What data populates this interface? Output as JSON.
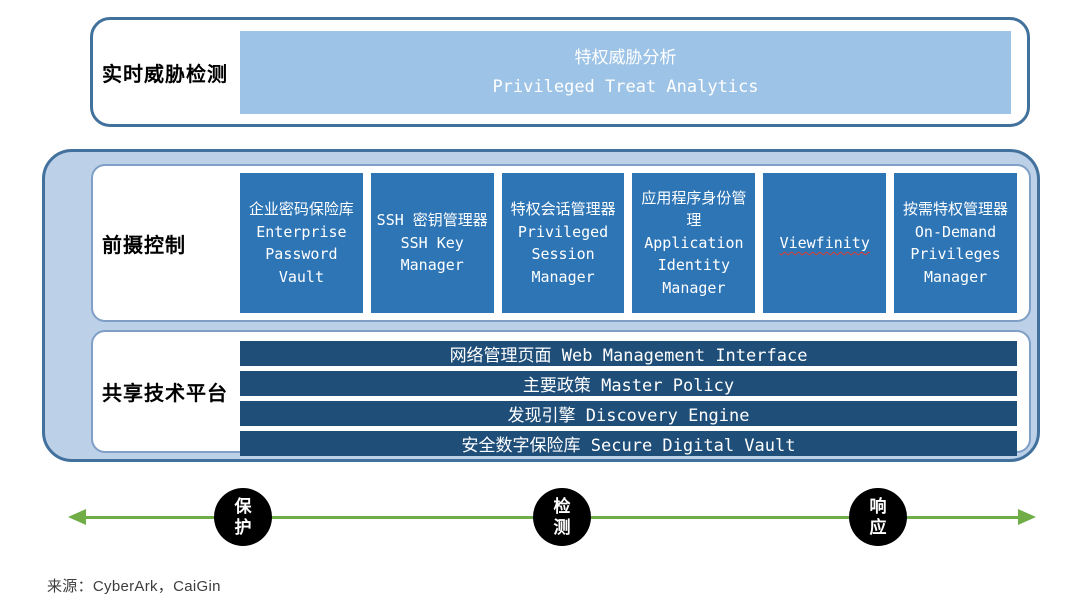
{
  "top_section": {
    "label": "实时威胁检测",
    "analytics_box": {
      "zh": "特权威胁分析",
      "en": "Privileged Treat Analytics"
    }
  },
  "proactive_section": {
    "label": "前摄控制",
    "products": [
      {
        "zh": "企业密码保险库",
        "en": "Enterprise Password Vault"
      },
      {
        "zh": "SSH 密钥管理器",
        "en": "SSH Key Manager"
      },
      {
        "zh": "特权会话管理器",
        "en": "Privileged Session Manager"
      },
      {
        "zh": "应用程序身份管理",
        "en": "Application Identity Manager"
      },
      {
        "zh": "",
        "en": "Viewfinity"
      },
      {
        "zh": "按需特权管理器",
        "en": "On-Demand Privileges Manager"
      }
    ]
  },
  "platform_section": {
    "label": "共享技术平台",
    "bars": [
      "网络管理页面 Web Management Interface",
      "主要政策 Master Policy",
      "发现引擎 Discovery Engine",
      "安全数字保险库 Secure Digital Vault"
    ]
  },
  "lifecycle_axis": {
    "nodes": [
      "保护",
      "检测",
      "响应"
    ]
  },
  "source_note": "来源：CyberArk，CaiGin",
  "colors": {
    "container_fill": "#BCD0E8",
    "container_border": "#41719C",
    "analytics_box_fill": "#9DC3E6",
    "product_box_fill": "#2E75B6",
    "platform_bar_fill": "#1F4E79",
    "axis_arrow_green": "#70AD47",
    "node_fill": "#000000",
    "spellcheck_underline": "#E03C31"
  }
}
